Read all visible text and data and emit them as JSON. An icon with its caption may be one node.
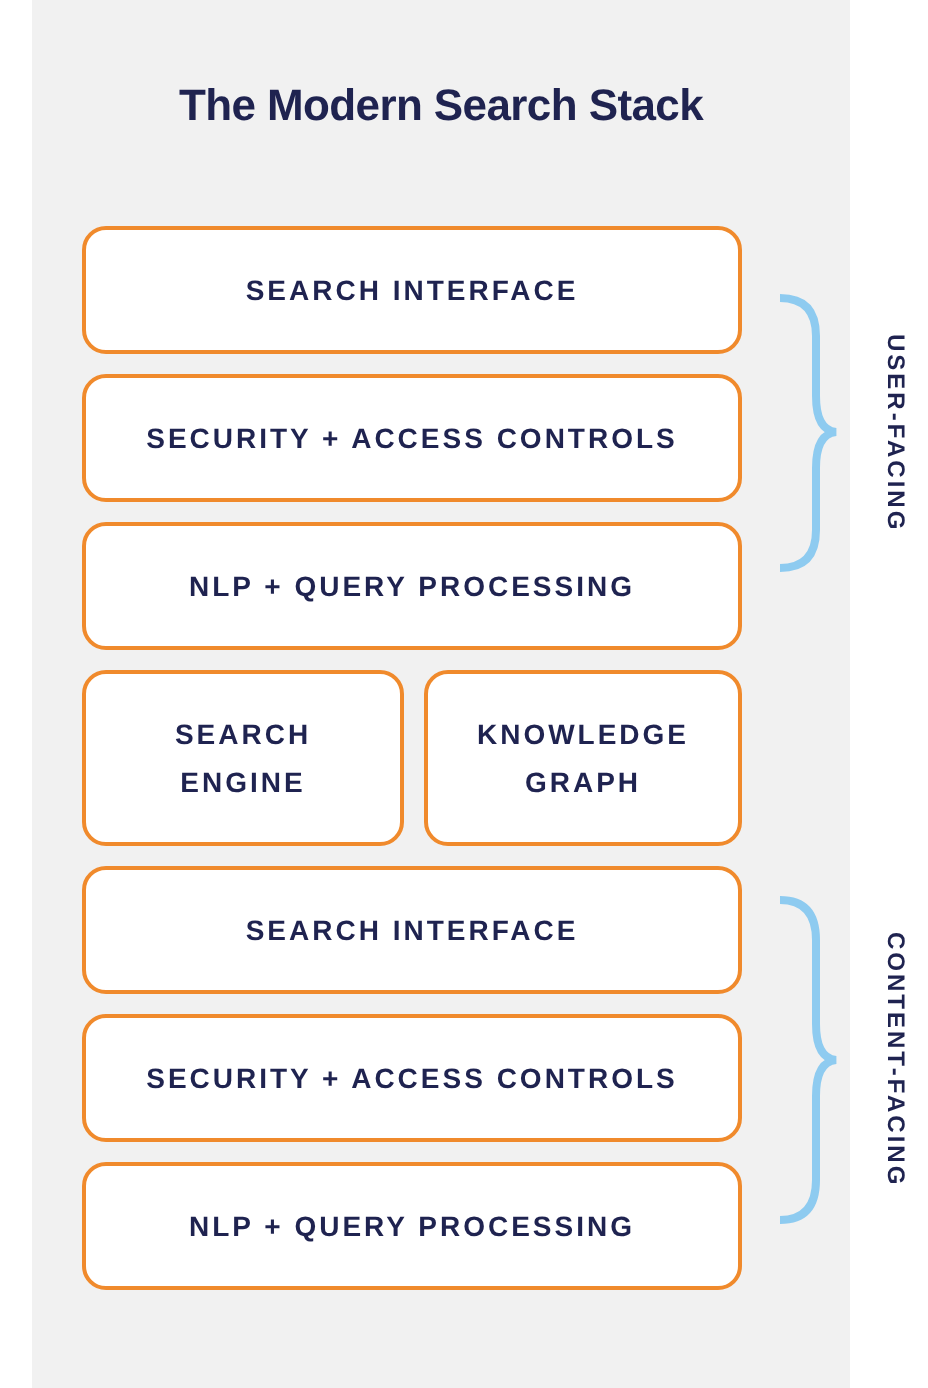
{
  "diagram": {
    "title": "The Modern Search Stack",
    "nodes": [
      {
        "text": [
          "SEARCH INTERFACE"
        ]
      },
      {
        "text": [
          "SECURITY + ACCESS CONTROLS"
        ]
      },
      {
        "text": [
          "NLP + QUERY PROCESSING"
        ]
      },
      {
        "text": [
          "SEARCH ENGINE"
        ]
      },
      {
        "text": [
          "KNOWLEDGE GRAPH"
        ]
      },
      {
        "text": [
          "SEARCH INTERFACE"
        ]
      },
      {
        "text": [
          "SECURITY + ACCESS CONTROLS"
        ]
      },
      {
        "text": [
          "NLP + QUERY PROCESSING"
        ]
      }
    ],
    "labels": [
      "USER-FACING",
      "CONTENT-FACING"
    ]
  }
}
